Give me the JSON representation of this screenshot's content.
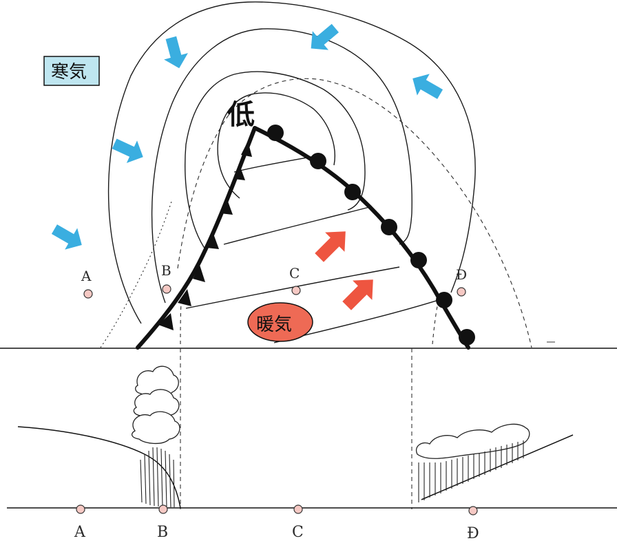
{
  "map": {
    "low_label": "低",
    "cold_air_label": "寒気",
    "warm_air_label": "暖気",
    "points": [
      {
        "id": "A",
        "label": "A"
      },
      {
        "id": "B",
        "label": "B"
      },
      {
        "id": "C",
        "label": "C"
      },
      {
        "id": "D",
        "label": "Ð"
      }
    ]
  },
  "cross_section": {
    "points": [
      {
        "id": "A",
        "label": "A"
      },
      {
        "id": "B",
        "label": "B"
      },
      {
        "id": "C",
        "label": "C"
      },
      {
        "id": "D",
        "label": "Ð"
      }
    ]
  },
  "colors": {
    "cold_arrow": "#3aaee0",
    "warm_arrow": "#ee5540",
    "warm_air_fill": "#ee6a55",
    "cold_air_box": "#bfe6f0",
    "point_fill": "#f6c9c4",
    "ink": "#111111"
  }
}
